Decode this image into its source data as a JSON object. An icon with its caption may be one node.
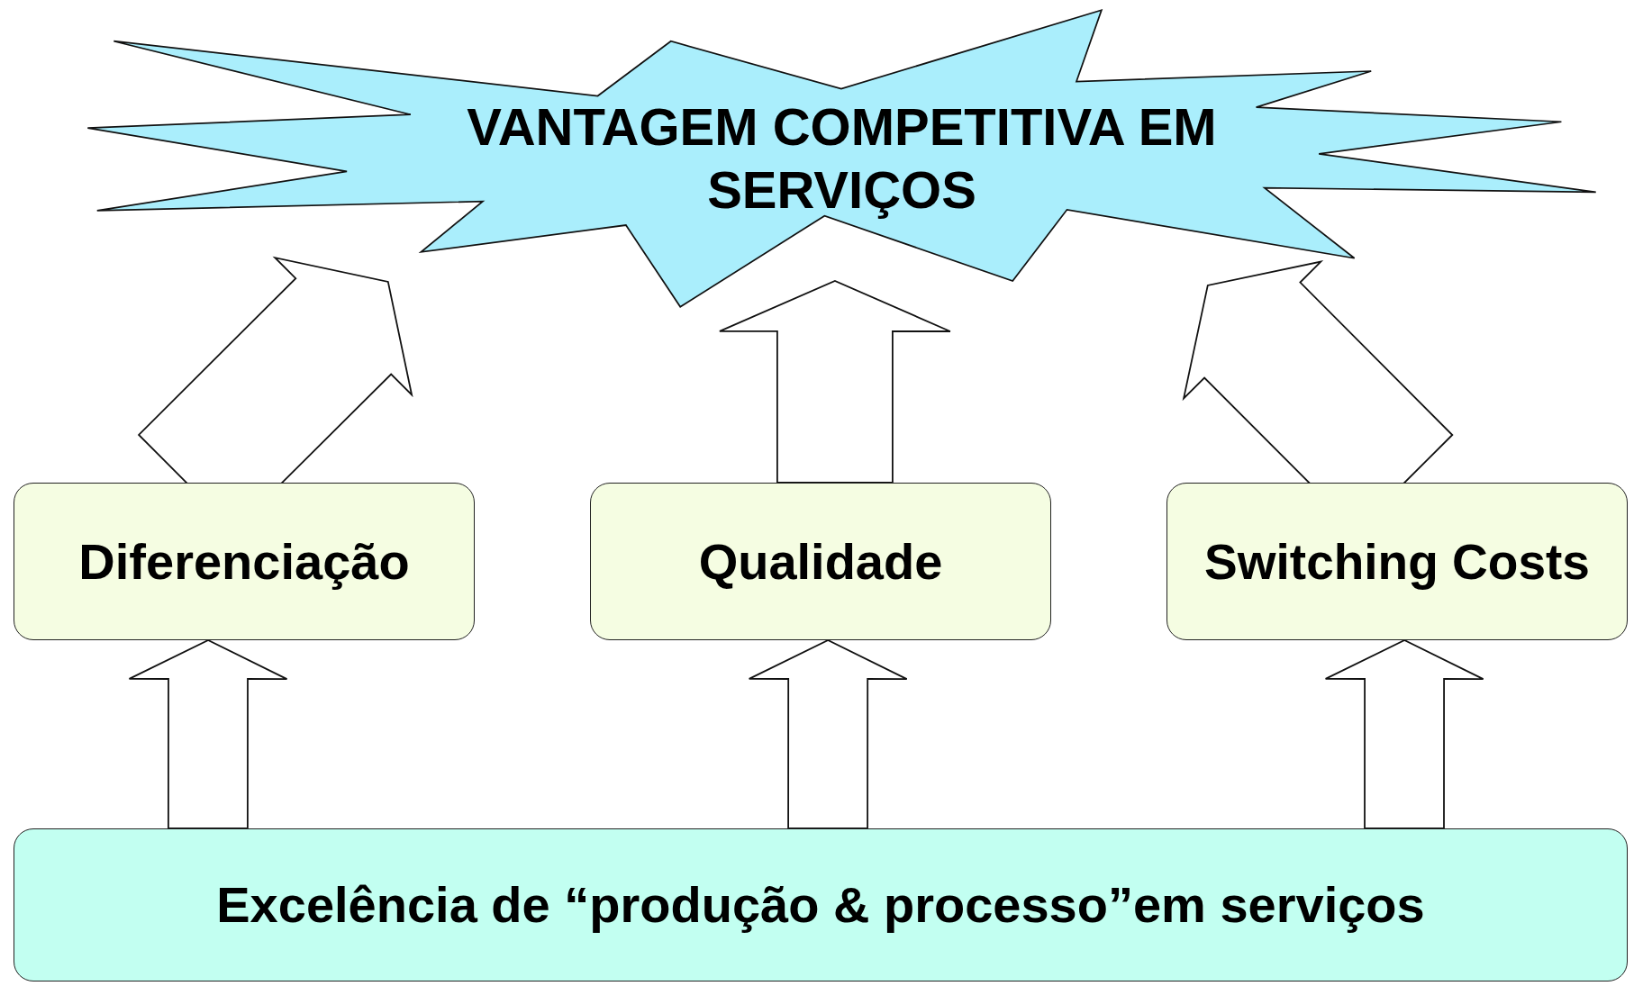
{
  "diagram": {
    "nodes": [
      {
        "text": [
          "VANTAGEM COMPETITIVA EM SERVIÇOS"
        ]
      },
      {
        "text": [
          "Diferenciação"
        ]
      },
      {
        "text": [
          "Qualidade"
        ]
      },
      {
        "text": [
          "Switching Costs"
        ]
      },
      {
        "text": [
          "Excelência de “produção & processo”em serviços"
        ]
      }
    ],
    "edges": [
      {
        "from": 1,
        "to": 0,
        "arrow": "to"
      },
      {
        "from": 2,
        "to": 0,
        "arrow": "to"
      },
      {
        "from": 3,
        "to": 0,
        "arrow": "to"
      },
      {
        "from": 4,
        "to": 1,
        "arrow": "to"
      },
      {
        "from": 4,
        "to": 2,
        "arrow": "to"
      },
      {
        "from": 4,
        "to": 3,
        "arrow": "to"
      }
    ]
  }
}
